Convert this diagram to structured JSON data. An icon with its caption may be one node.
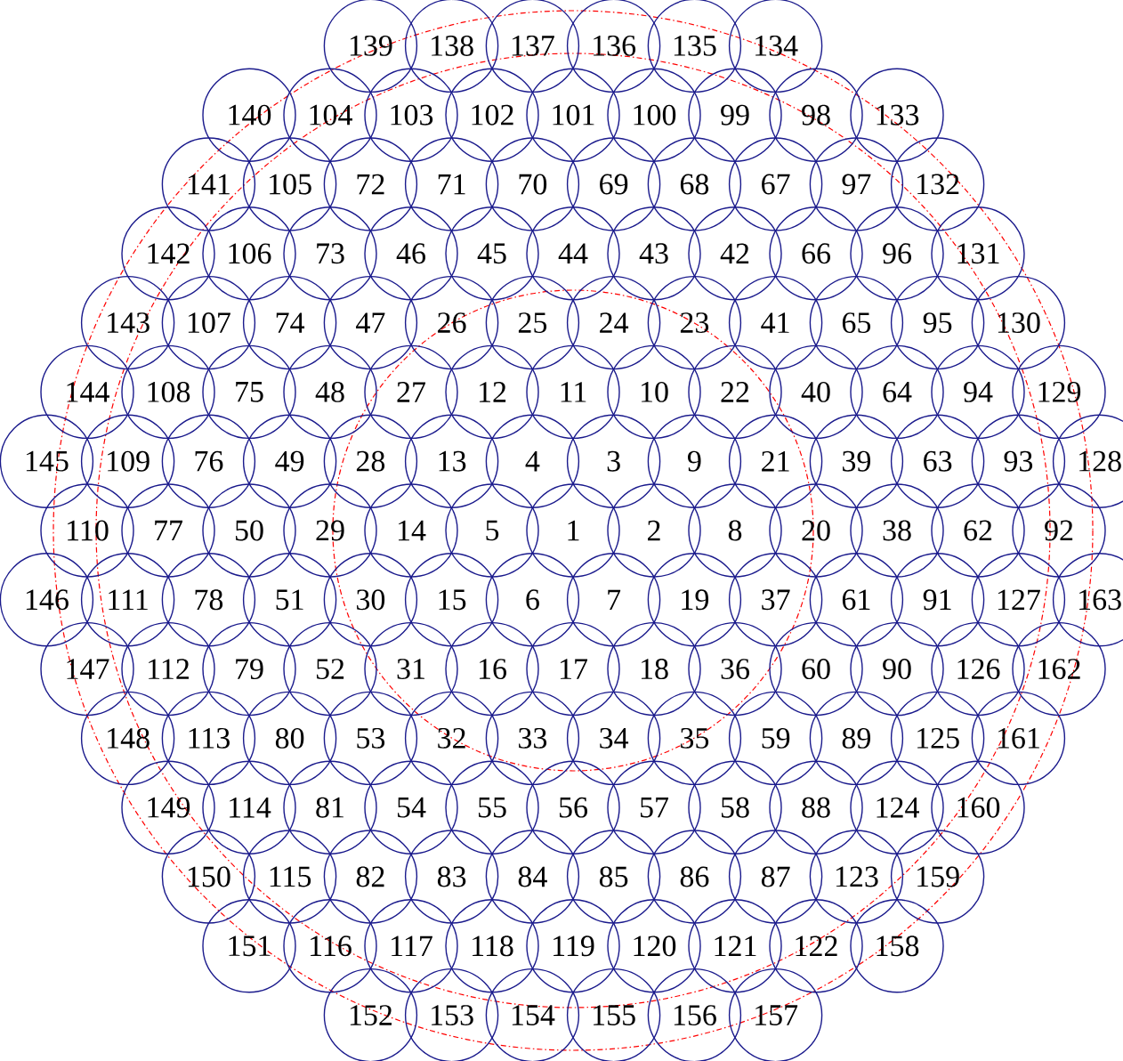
{
  "diagram": {
    "nodes": [
      {
        "text": [
          "1"
        ]
      },
      {
        "text": [
          "2"
        ]
      },
      {
        "text": [
          "3"
        ]
      },
      {
        "text": [
          "4"
        ]
      },
      {
        "text": [
          "5"
        ]
      },
      {
        "text": [
          "6"
        ]
      },
      {
        "text": [
          "7"
        ]
      },
      {
        "text": [
          "8"
        ]
      },
      {
        "text": [
          "9"
        ]
      },
      {
        "text": [
          "10"
        ]
      },
      {
        "text": [
          "11"
        ]
      },
      {
        "text": [
          "12"
        ]
      },
      {
        "text": [
          "13"
        ]
      },
      {
        "text": [
          "14"
        ]
      },
      {
        "text": [
          "15"
        ]
      },
      {
        "text": [
          "16"
        ]
      },
      {
        "text": [
          "17"
        ]
      },
      {
        "text": [
          "18"
        ]
      },
      {
        "text": [
          "19"
        ]
      },
      {
        "text": [
          "20"
        ]
      },
      {
        "text": [
          "21"
        ]
      },
      {
        "text": [
          "22"
        ]
      },
      {
        "text": [
          "23"
        ]
      },
      {
        "text": [
          "24"
        ]
      },
      {
        "text": [
          "25"
        ]
      },
      {
        "text": [
          "26"
        ]
      },
      {
        "text": [
          "27"
        ]
      },
      {
        "text": [
          "28"
        ]
      },
      {
        "text": [
          "29"
        ]
      },
      {
        "text": [
          "30"
        ]
      },
      {
        "text": [
          "31"
        ]
      },
      {
        "text": [
          "32"
        ]
      },
      {
        "text": [
          "33"
        ]
      },
      {
        "text": [
          "34"
        ]
      },
      {
        "text": [
          "35"
        ]
      },
      {
        "text": [
          "36"
        ]
      },
      {
        "text": [
          "37"
        ]
      },
      {
        "text": [
          "38"
        ]
      },
      {
        "text": [
          "39"
        ]
      },
      {
        "text": [
          "40"
        ]
      },
      {
        "text": [
          "41"
        ]
      },
      {
        "text": [
          "42"
        ]
      },
      {
        "text": [
          "43"
        ]
      },
      {
        "text": [
          "44"
        ]
      },
      {
        "text": [
          "45"
        ]
      },
      {
        "text": [
          "46"
        ]
      },
      {
        "text": [
          "47"
        ]
      },
      {
        "text": [
          "48"
        ]
      },
      {
        "text": [
          "49"
        ]
      },
      {
        "text": [
          "50"
        ]
      },
      {
        "text": [
          "51"
        ]
      },
      {
        "text": [
          "52"
        ]
      },
      {
        "text": [
          "53"
        ]
      },
      {
        "text": [
          "54"
        ]
      },
      {
        "text": [
          "55"
        ]
      },
      {
        "text": [
          "56"
        ]
      },
      {
        "text": [
          "57"
        ]
      },
      {
        "text": [
          "58"
        ]
      },
      {
        "text": [
          "59"
        ]
      },
      {
        "text": [
          "60"
        ]
      },
      {
        "text": [
          "61"
        ]
      },
      {
        "text": [
          "62"
        ]
      },
      {
        "text": [
          "63"
        ]
      },
      {
        "text": [
          "64"
        ]
      },
      {
        "text": [
          "65"
        ]
      },
      {
        "text": [
          "66"
        ]
      },
      {
        "text": [
          "67"
        ]
      },
      {
        "text": [
          "68"
        ]
      },
      {
        "text": [
          "69"
        ]
      },
      {
        "text": [
          "70"
        ]
      },
      {
        "text": [
          "71"
        ]
      },
      {
        "text": [
          "72"
        ]
      },
      {
        "text": [
          "73"
        ]
      },
      {
        "text": [
          "74"
        ]
      },
      {
        "text": [
          "75"
        ]
      },
      {
        "text": [
          "76"
        ]
      },
      {
        "text": [
          "77"
        ]
      },
      {
        "text": [
          "78"
        ]
      },
      {
        "text": [
          "79"
        ]
      },
      {
        "text": [
          "80"
        ]
      },
      {
        "text": [
          "81"
        ]
      },
      {
        "text": [
          "82"
        ]
      },
      {
        "text": [
          "83"
        ]
      },
      {
        "text": [
          "84"
        ]
      },
      {
        "text": [
          "85"
        ]
      },
      {
        "text": [
          "86"
        ]
      },
      {
        "text": [
          "87"
        ]
      },
      {
        "text": [
          "88"
        ]
      },
      {
        "text": [
          "89"
        ]
      },
      {
        "text": [
          "90"
        ]
      },
      {
        "text": [
          "91"
        ]
      },
      {
        "text": [
          "92"
        ]
      },
      {
        "text": [
          "93"
        ]
      },
      {
        "text": [
          "94"
        ]
      },
      {
        "text": [
          "95"
        ]
      },
      {
        "text": [
          "96"
        ]
      },
      {
        "text": [
          "97"
        ]
      },
      {
        "text": [
          "98"
        ]
      },
      {
        "text": [
          "99"
        ]
      },
      {
        "text": [
          "100"
        ]
      },
      {
        "text": [
          "101"
        ]
      },
      {
        "text": [
          "102"
        ]
      },
      {
        "text": [
          "103"
        ]
      },
      {
        "text": [
          "104"
        ]
      },
      {
        "text": [
          "105"
        ]
      },
      {
        "text": [
          "106"
        ]
      },
      {
        "text": [
          "107"
        ]
      },
      {
        "text": [
          "108"
        ]
      },
      {
        "text": [
          "109"
        ]
      },
      {
        "text": [
          "110"
        ]
      },
      {
        "text": [
          "111"
        ]
      },
      {
        "text": [
          "112"
        ]
      },
      {
        "text": [
          "113"
        ]
      },
      {
        "text": [
          "114"
        ]
      },
      {
        "text": [
          "115"
        ]
      },
      {
        "text": [
          "116"
        ]
      },
      {
        "text": [
          "117"
        ]
      },
      {
        "text": [
          "118"
        ]
      },
      {
        "text": [
          "119"
        ]
      },
      {
        "text": [
          "120"
        ]
      },
      {
        "text": [
          "121"
        ]
      },
      {
        "text": [
          "122"
        ]
      },
      {
        "text": [
          "123"
        ]
      },
      {
        "text": [
          "124"
        ]
      },
      {
        "text": [
          "125"
        ]
      },
      {
        "text": [
          "126"
        ]
      },
      {
        "text": [
          "127"
        ]
      },
      {
        "text": [
          "128"
        ]
      },
      {
        "text": [
          "129"
        ]
      },
      {
        "text": [
          "130"
        ]
      },
      {
        "text": [
          "131"
        ]
      },
      {
        "text": [
          "132"
        ]
      },
      {
        "text": [
          "133"
        ]
      },
      {
        "text": [
          "134"
        ]
      },
      {
        "text": [
          "135"
        ]
      },
      {
        "text": [
          "136"
        ]
      },
      {
        "text": [
          "137"
        ]
      },
      {
        "text": [
          "138"
        ]
      },
      {
        "text": [
          "139"
        ]
      },
      {
        "text": [
          "140"
        ]
      },
      {
        "text": [
          "141"
        ]
      },
      {
        "text": [
          "142"
        ]
      },
      {
        "text": [
          "143"
        ]
      },
      {
        "text": [
          "144"
        ]
      },
      {
        "text": [
          "145"
        ]
      },
      {
        "text": [
          "146"
        ]
      },
      {
        "text": [
          "147"
        ]
      },
      {
        "text": [
          "148"
        ]
      },
      {
        "text": [
          "149"
        ]
      },
      {
        "text": [
          "150"
        ]
      },
      {
        "text": [
          "151"
        ]
      },
      {
        "text": [
          "152"
        ]
      },
      {
        "text": [
          "153"
        ]
      },
      {
        "text": [
          "154"
        ]
      },
      {
        "text": [
          "155"
        ]
      },
      {
        "text": [
          "156"
        ]
      },
      {
        "text": [
          "157"
        ]
      },
      {
        "text": [
          "158"
        ]
      },
      {
        "text": [
          "159"
        ]
      },
      {
        "text": [
          "160"
        ]
      },
      {
        "text": [
          "161"
        ]
      },
      {
        "text": [
          "162"
        ]
      },
      {
        "text": [
          "163"
        ]
      }
    ]
  }
}
